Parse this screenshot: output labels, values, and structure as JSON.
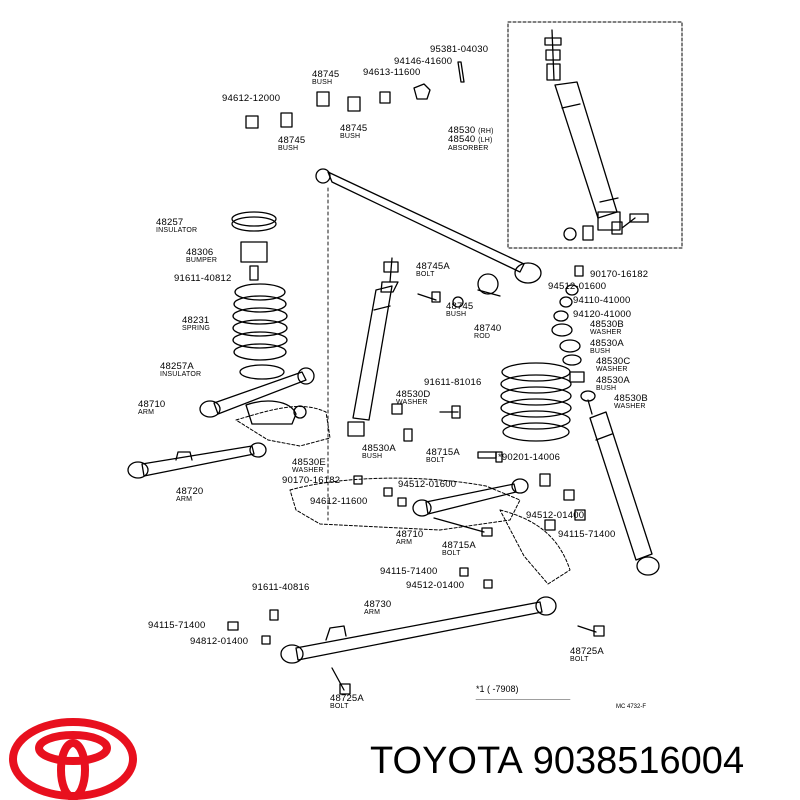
{
  "labels": {
    "bush_top": {
      "num": "48745",
      "desc": "BUSH"
    },
    "nut_11600": {
      "num": "94613-11600"
    },
    "nut_41600": {
      "num": "94146-41600"
    },
    "pin_04030": {
      "num": "95381-04030"
    },
    "washer_12000": {
      "num": "94612-12000"
    },
    "bush_left": {
      "num": "48745",
      "desc": "BUSH"
    },
    "bush_mid": {
      "num": "48745",
      "desc": "BUSH"
    },
    "absorber_top": {
      "num": "48530",
      "desc": "(RH)"
    },
    "absorber_top2": {
      "num": "48540",
      "desc": "(LH)"
    },
    "absorber_word": {
      "num": "",
      "desc": "ABSORBER"
    },
    "insulator_top": {
      "num": "48257",
      "desc": "INSULATOR"
    },
    "bumper": {
      "num": "48306",
      "desc": "BUMPER"
    },
    "bolt_40812": {
      "num": "91611-40812"
    },
    "spring_left": {
      "num": "48231",
      "desc": "SPRING"
    },
    "insulator_bot": {
      "num": "48257A",
      "desc": "INSULATOR"
    },
    "arm_48710_top": {
      "num": "48710",
      "desc": "ARM"
    },
    "bolt_48745a": {
      "num": "48745A",
      "desc": "BOLT"
    },
    "bush_48745": {
      "num": "48745",
      "desc": "BUSH"
    },
    "rod_48740": {
      "num": "48740",
      "desc": "ROD"
    },
    "bolt_16182_r": {
      "num": "90170-16182"
    },
    "washer_01600_r": {
      "num": "94512-01600"
    },
    "washer_41000_a": {
      "num": "94110-41000"
    },
    "washer_41000_b": {
      "num": "94120-41000"
    },
    "washer_48530b": {
      "num": "48530B",
      "desc": "WASHER"
    },
    "bush_48530a": {
      "num": "48530A",
      "desc": "BUSH"
    },
    "washer_48530c": {
      "num": "48530C",
      "desc": "WASHER"
    },
    "bush_48530a2": {
      "num": "48530A",
      "desc": "BUSH"
    },
    "washer_48530b2": {
      "num": "48530B",
      "desc": "WASHER"
    },
    "bolt_81016": {
      "num": "91611-81016"
    },
    "washer_48530d": {
      "num": "48530D",
      "desc": "WASHER"
    },
    "washer_48530e": {
      "num": "48530E",
      "desc": "WASHER"
    },
    "bush_48530a3": {
      "num": "48530A",
      "desc": "BUSH"
    },
    "bolt_48715a": {
      "num": "48715A",
      "desc": "BOLT"
    },
    "bolt_14006": {
      "num": "*90201-14006"
    },
    "arm_48720": {
      "num": "48720",
      "desc": "ARM"
    },
    "bolt_16182_l": {
      "num": "90170-16182"
    },
    "washer_01600_l": {
      "num": "94512-01600"
    },
    "washer_11600": {
      "num": "94612-11600"
    },
    "washer_01400_r": {
      "num": "94512-01400"
    },
    "arm_48710_bot": {
      "num": "48710",
      "desc": "ARM"
    },
    "bolt_48715a2": {
      "num": "48715A",
      "desc": "BOLT"
    },
    "nut_71400_r": {
      "num": "94115-71400"
    },
    "nut_71400_m": {
      "num": "94115-71400"
    },
    "washer_01400_m": {
      "num": "94512-01400"
    },
    "bolt_40816": {
      "num": "91611-40816"
    },
    "arm_48730": {
      "num": "48730",
      "desc": "ARM"
    },
    "nut_71400_l": {
      "num": "94115-71400"
    },
    "washer_01400_l": {
      "num": "94812-01400"
    },
    "bolt_48725a_r": {
      "num": "48725A",
      "desc": "BOLT"
    },
    "bolt_48725a_l": {
      "num": "48725A",
      "desc": "BOLT"
    }
  },
  "footnote": "*1 (      -7908)",
  "ref_code": "MC 4732-F",
  "brand": {
    "name": "TOYOTA",
    "part_number": "9038516004",
    "logo_color": "#e8101e"
  }
}
